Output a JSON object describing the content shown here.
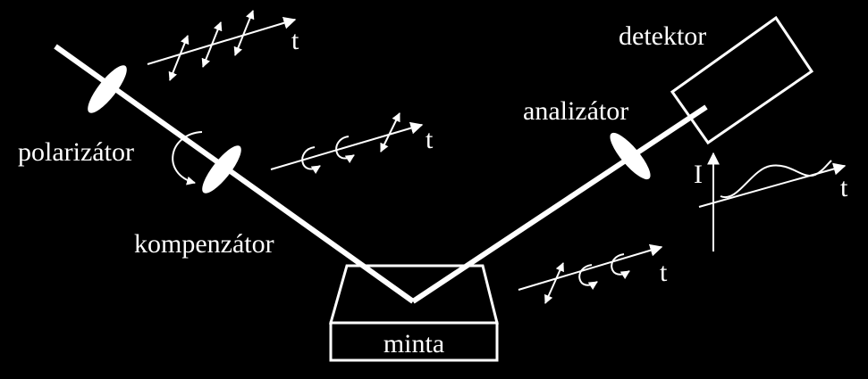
{
  "labels": {
    "polarizer": "polarizátor",
    "compensator": "kompenzátor",
    "analyzer": "analizátor",
    "detector": "detektor",
    "sample": "minta",
    "intensity_axis": "I",
    "time_axis_1": "t",
    "time_axis_2": "t",
    "time_axis_3": "t",
    "time_axis_4": "t"
  },
  "colors": {
    "background": "#000000",
    "foreground": "#ffffff"
  }
}
